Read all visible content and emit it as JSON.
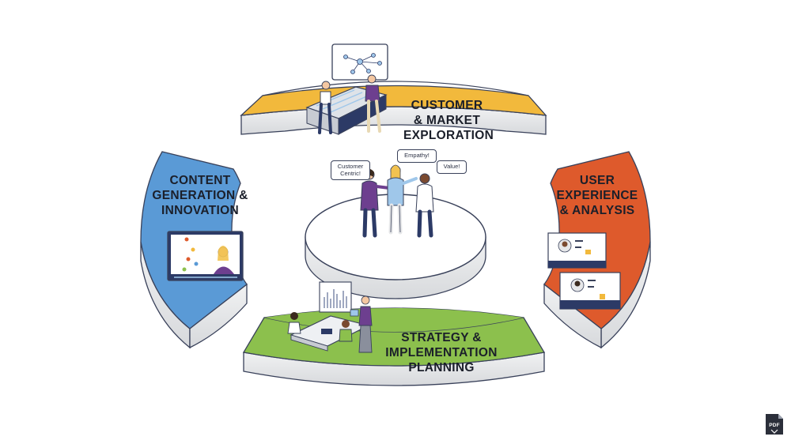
{
  "segments": {
    "customer": {
      "label": "CUSTOMER\n& MARKET\nEXPLORATION",
      "color": "#f2b93c"
    },
    "user_experience": {
      "label": "USER\nEXPERIENCE\n& ANALYSIS",
      "color": "#de5a2c"
    },
    "strategy": {
      "label": "STRATEGY &\nIMPLEMENTATION\nPLANNING",
      "color": "#8cc04d"
    },
    "content": {
      "label": "CONTENT\nGENERATION &\nINNOVATION",
      "color": "#5a9ad6"
    }
  },
  "bubbles": {
    "customer_centric": "Customer\nCentric!",
    "empathy": "Empathy!",
    "value": "Value!"
  },
  "icons": {
    "download": "PDF"
  },
  "colors": {
    "outline": "#39415a",
    "side": "#e6e7e9",
    "navy": "#2c3a66",
    "purple": "#6d3f8f"
  }
}
